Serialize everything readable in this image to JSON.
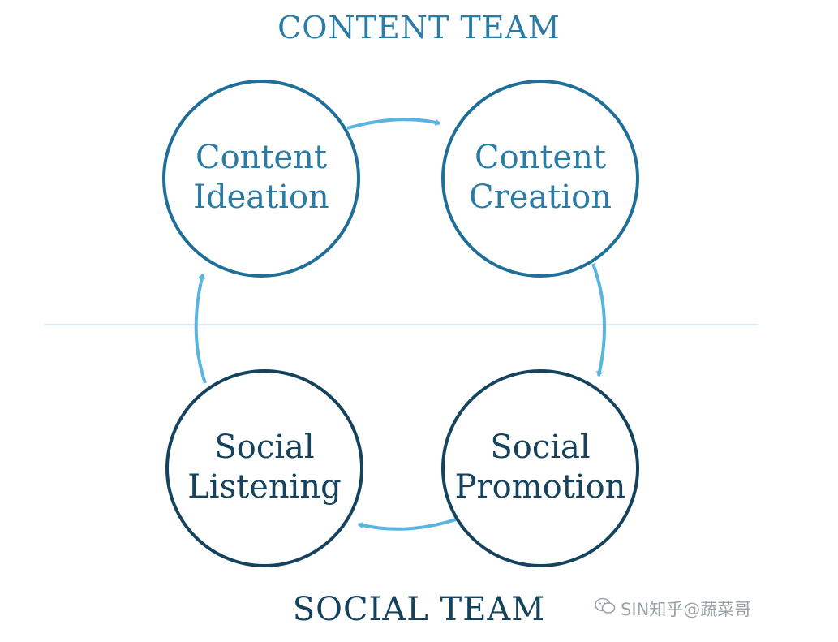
{
  "teams": {
    "top": "CONTENT TEAM",
    "bottom": "SOCIAL TEAM"
  },
  "nodes": [
    {
      "id": "content-ideation",
      "lines": [
        "Content",
        "Ideation"
      ]
    },
    {
      "id": "content-creation",
      "lines": [
        "Content",
        "Creation"
      ]
    },
    {
      "id": "social-promotion",
      "lines": [
        "Social",
        "Promotion"
      ]
    },
    {
      "id": "social-listening",
      "lines": [
        "Social",
        "Listening"
      ]
    }
  ],
  "watermark": {
    "icon": "wechat-icon",
    "text": "SIN知乎@蔬菜哥"
  },
  "colors": {
    "top_circle": "#1f6f98",
    "bottom_circle": "#15435d",
    "arrow": "#5ab4e0",
    "divider": "#d8ecf7"
  }
}
